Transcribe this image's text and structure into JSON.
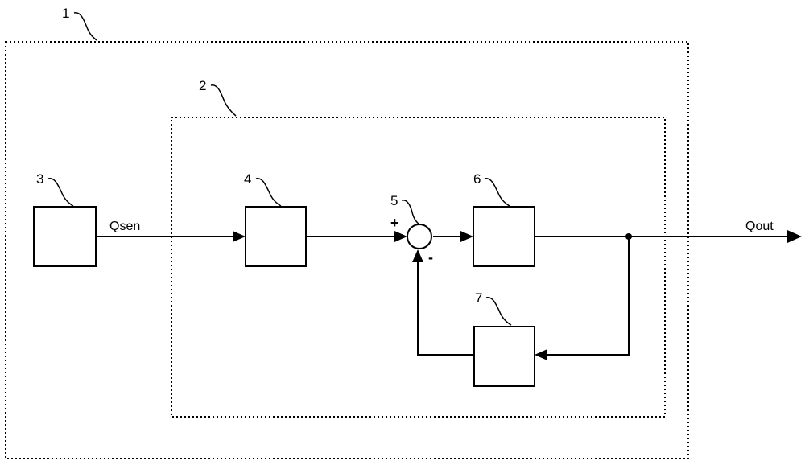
{
  "diagram": {
    "outer_block_label": "1",
    "inner_block_label": "2",
    "blocks": [
      {
        "id": "3",
        "label": "3"
      },
      {
        "id": "4",
        "label": "4"
      },
      {
        "id": "5",
        "label": "5"
      },
      {
        "id": "6",
        "label": "6"
      },
      {
        "id": "7",
        "label": "7"
      }
    ],
    "signals": {
      "input": "Qsen",
      "output": "Qout"
    },
    "summing_signs": {
      "plus": "+",
      "minus": "-"
    }
  }
}
